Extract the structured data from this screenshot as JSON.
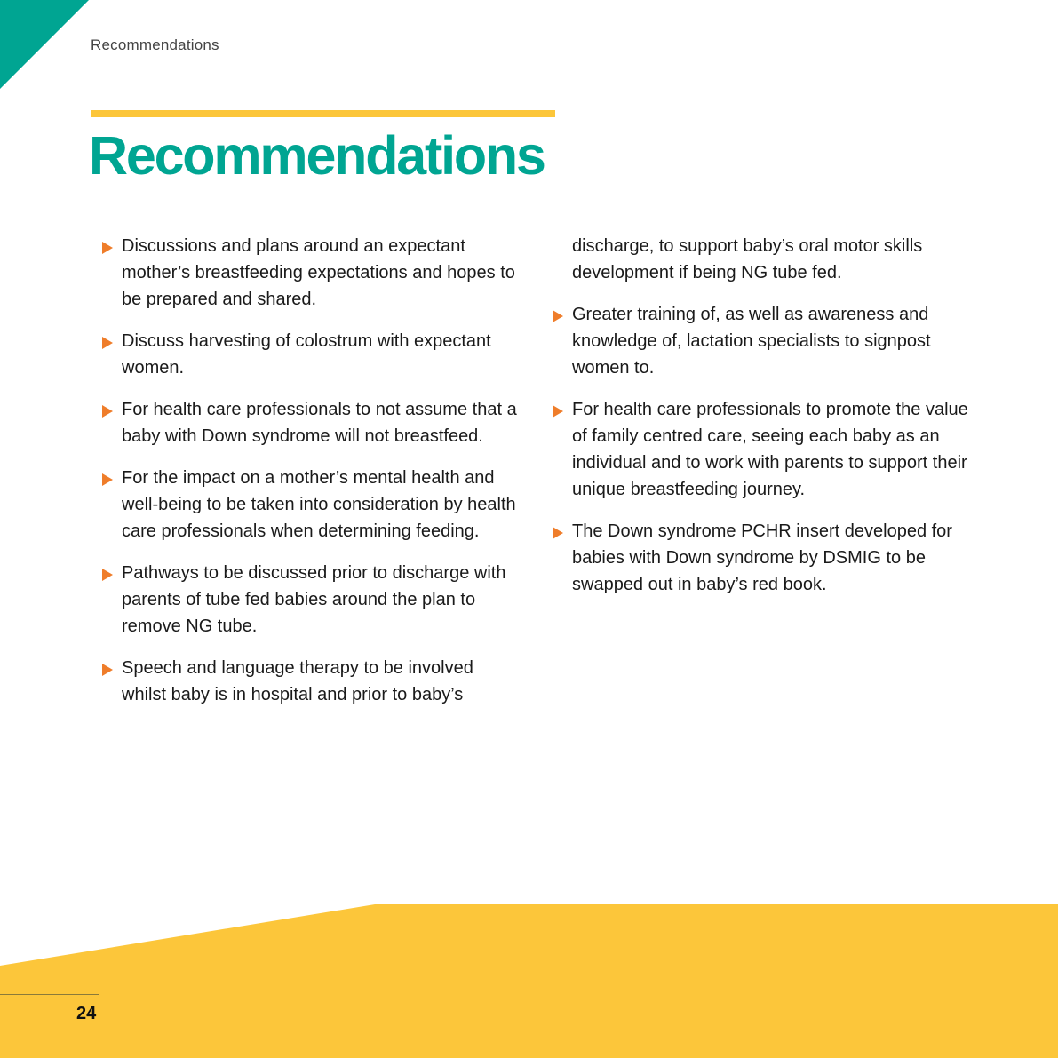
{
  "header": {
    "section_label": "Recommendations"
  },
  "main": {
    "title": "Recommendations",
    "left_column": [
      "Discussions and plans around an expectant mother’s breastfeeding expectations and hopes to be prepared and shared.",
      "Discuss harvesting of colostrum with expectant women.",
      "For health care professionals to not assume that a baby with Down syndrome will not breastfeed.",
      "For the impact on a mother’s mental health and well-being to be taken into consideration by health care professionals when determining feeding.",
      "Pathways to be discussed prior to discharge with parents of tube fed babies around the plan to remove NG tube.",
      "Speech and language therapy to be involved whilst baby is in hospital and prior to baby’s"
    ],
    "right_column": {
      "continuation": "discharge, to support baby’s oral motor skills development if being NG tube fed.",
      "items": [
        "Greater training of, as well as awareness and knowledge of, lactation specialists to signpost women to.",
        "For health care professionals to promote the value of family centred care, seeing each baby as an individual and to work with parents to support their unique breastfeeding journey.",
        "The Down syndrome PCHR insert developed for babies with Down syndrome by DSMIG to be swapped out in baby’s red book."
      ]
    }
  },
  "footer": {
    "page_number": "24"
  },
  "colors": {
    "teal": "#00a592",
    "yellow": "#fcc63a",
    "bullet_orange": "#ef7d2a"
  }
}
